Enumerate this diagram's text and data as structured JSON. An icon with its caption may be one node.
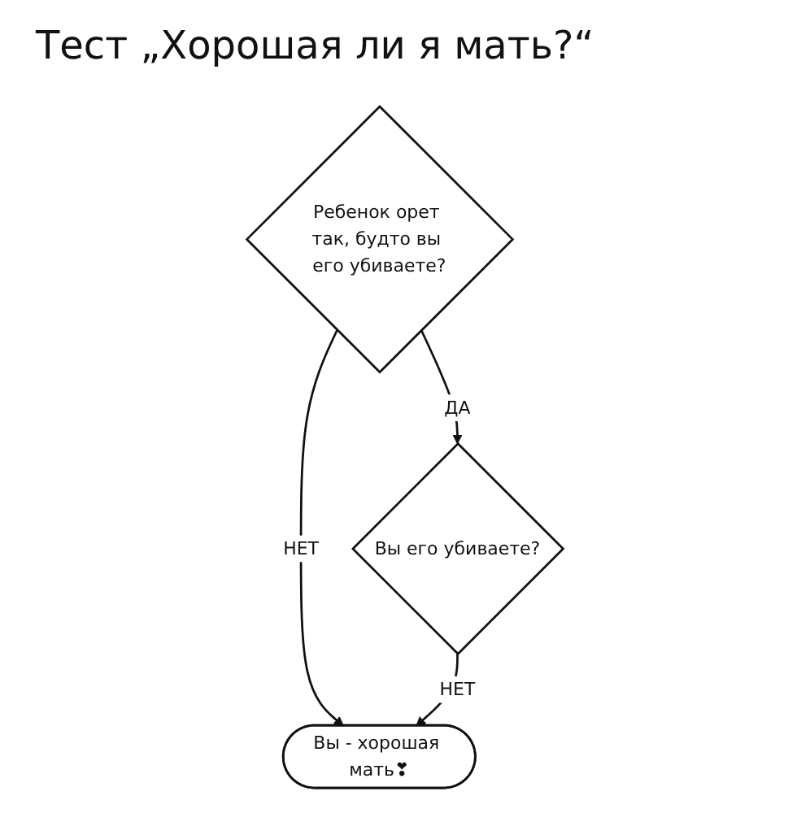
{
  "diagram": {
    "title": "Тест „Хорошая ли я мать?“",
    "nodes": [
      {
        "text": [
          "Ребенок орет так, будто вы его убиваете?"
        ]
      },
      {
        "text": [
          "Вы его убиваете?"
        ]
      },
      {
        "text": [
          "Вы - хорошая мать❣"
        ]
      }
    ],
    "edges": [
      {
        "from": 0,
        "to": 2,
        "arrow": "to",
        "label": "НЕТ"
      },
      {
        "from": 0,
        "to": 1,
        "arrow": "to",
        "label": "ДА"
      },
      {
        "from": 1,
        "to": 2,
        "arrow": "to",
        "label": "НЕТ"
      }
    ]
  }
}
